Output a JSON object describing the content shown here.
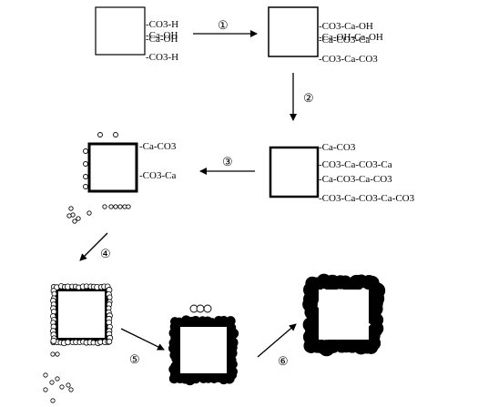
{
  "steps": [
    {
      "number": "①",
      "labels": [
        "-CO3-H",
        "-CO3-H",
        "-Ca-OH",
        "-Ca-OH"
      ]
    },
    {
      "number": "②",
      "labels": [
        "-CO3-Ca-OH",
        "-Ca-OH-Ca-OH",
        "-Ca-CO3-Ca",
        "-CO3-Ca-CO3"
      ]
    },
    {
      "number": "③",
      "labels": [
        "-Ca-CO3",
        "-CO3-Ca-CO3-Ca",
        "-Ca-CO3-Ca-CO3",
        "-CO3-Ca-CO3-Ca-CO3"
      ]
    },
    {
      "number": "④",
      "labels": [
        "-Ca-CO3",
        "-CO3-Ca"
      ]
    },
    {
      "number": "⑤",
      "labels": []
    },
    {
      "number": "⑥",
      "labels": []
    }
  ]
}
